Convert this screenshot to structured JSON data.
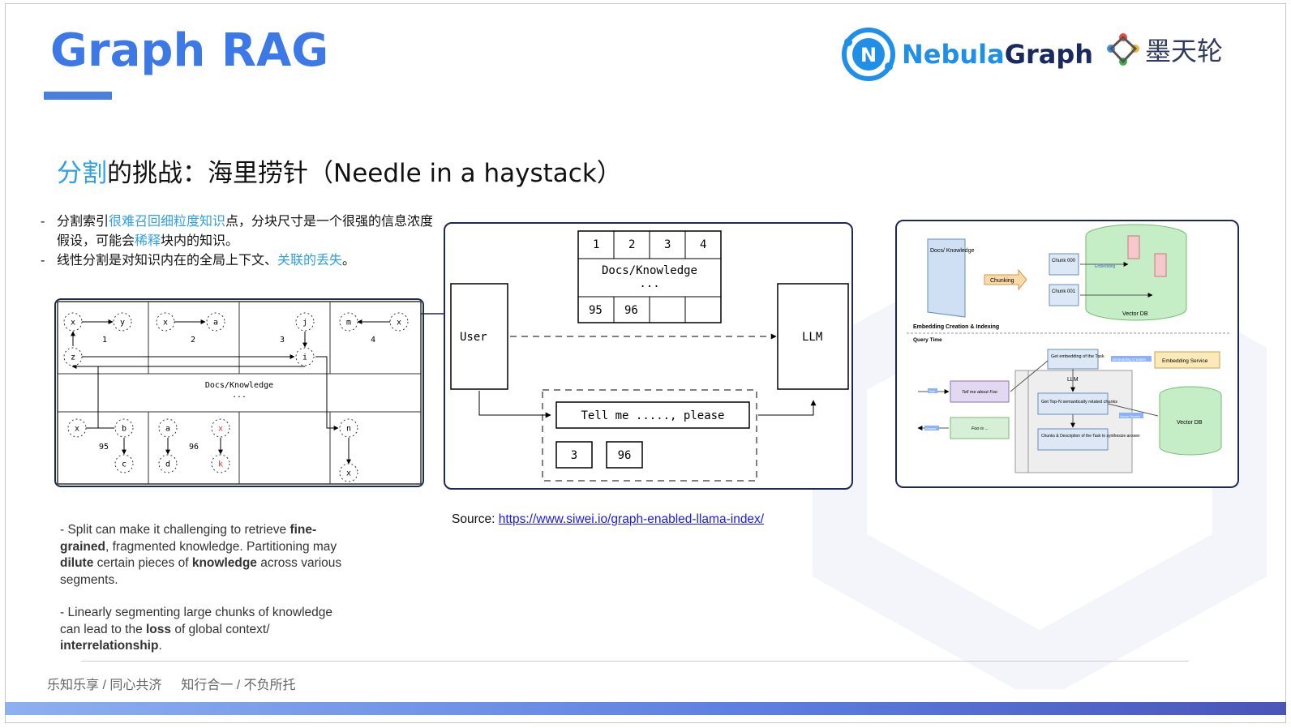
{
  "title": "Graph RAG",
  "logos": {
    "nebula_a": "Nebula",
    "nebula_b": "Graph",
    "nebula_badge": "N",
    "motianlun": "墨天轮"
  },
  "subtitle": {
    "highlight": "分割",
    "rest": "的挑战：海里捞针（Needle in a haystack）"
  },
  "bullets": [
    {
      "parts": [
        {
          "t": "分割索引",
          "hl": false
        },
        {
          "t": "很难召回细粒度知识",
          "hl": true
        },
        {
          "t": "点，分块尺寸是一个很强的信息浓度假设，可能会",
          "hl": false
        },
        {
          "t": "稀释",
          "hl": true
        },
        {
          "t": "块内的知识。",
          "hl": false
        }
      ]
    },
    {
      "parts": [
        {
          "t": "线性分割是对知识内在的全局上下文、",
          "hl": false
        },
        {
          "t": "关联的丢失",
          "hl": true
        },
        {
          "t": "。",
          "hl": false
        }
      ]
    }
  ],
  "graph_diagram": {
    "nodes_top": [
      "x",
      "y",
      "x",
      "a",
      "j",
      "i",
      "z",
      "m",
      "x"
    ],
    "cell_nums_top": [
      "1",
      "2",
      "3",
      "4"
    ],
    "middle": "Docs/Knowledge",
    "ellipsis": "...",
    "nodes_bottom": [
      "x",
      "b",
      "c",
      "a",
      "d",
      "x",
      "k",
      "n",
      "x"
    ],
    "cell_nums_bottom": [
      "95",
      "96"
    ]
  },
  "rag_flow": {
    "chunks_top": [
      "1",
      "2",
      "3",
      "4"
    ],
    "docs": "Docs/Knowledge",
    "ellipsis": "...",
    "chunks_bottom": [
      "95",
      "96",
      "",
      ""
    ],
    "user": "User",
    "llm": "LLM",
    "prompt": "Tell me ....., please",
    "retrieved": [
      "3",
      "96"
    ]
  },
  "embedding_diagram": {
    "docs": "Docs/ Knowledge",
    "chunking": "Chunking",
    "chunk1": "Chunk 000",
    "chunk2": "Chunk 001",
    "embedding": "Embedding",
    "vectordb": "Vector DB",
    "section1": "Embedding Creation & Indexing",
    "section2": "Query Time",
    "get_embedding": "Get embedding of the Task",
    "embedding_creation": "Embedding Creation",
    "embedding_service": "Embedding Service",
    "llm": "LLM",
    "topn": "Get Top-N semantically related chunks",
    "chunks_desc": "Chunks & Description of the Task to synthesize answer",
    "vector_search": "Vector Search",
    "vectordb2": "Vector DB",
    "tell_me": "Tell me about Foo",
    "foo_is": "Foo is ...",
    "task": "Task",
    "answer": "Answer"
  },
  "en_notes": [
    [
      {
        "t": "- Split can make it challenging to retrieve ",
        "b": false
      },
      {
        "t": "fine-grained",
        "b": true
      },
      {
        "t": ", fragmented knowledge. Partitioning may ",
        "b": false
      },
      {
        "t": "dilute",
        "b": true
      },
      {
        "t": " certain pieces of ",
        "b": false
      },
      {
        "t": "knowledge",
        "b": true
      },
      {
        "t": " across various segments.",
        "b": false
      }
    ],
    [
      {
        "t": "- Linearly segmenting large chunks of knowledge can lead to the ",
        "b": false
      },
      {
        "t": "loss",
        "b": true
      },
      {
        "t": " of global context/ ",
        "b": false
      },
      {
        "t": "interrelationship",
        "b": true
      },
      {
        "t": ".",
        "b": false
      }
    ]
  ],
  "source": {
    "label": "Source: ",
    "url": "https://www.siwei.io/graph-enabled-llama-index/"
  },
  "footer": [
    "乐知乐享 / 同心共济",
    "知行合一 / 不负所托"
  ],
  "colors": {
    "title": "#3c78e6",
    "highlight": "#2f9fe6",
    "frame": "#1e2a50"
  }
}
